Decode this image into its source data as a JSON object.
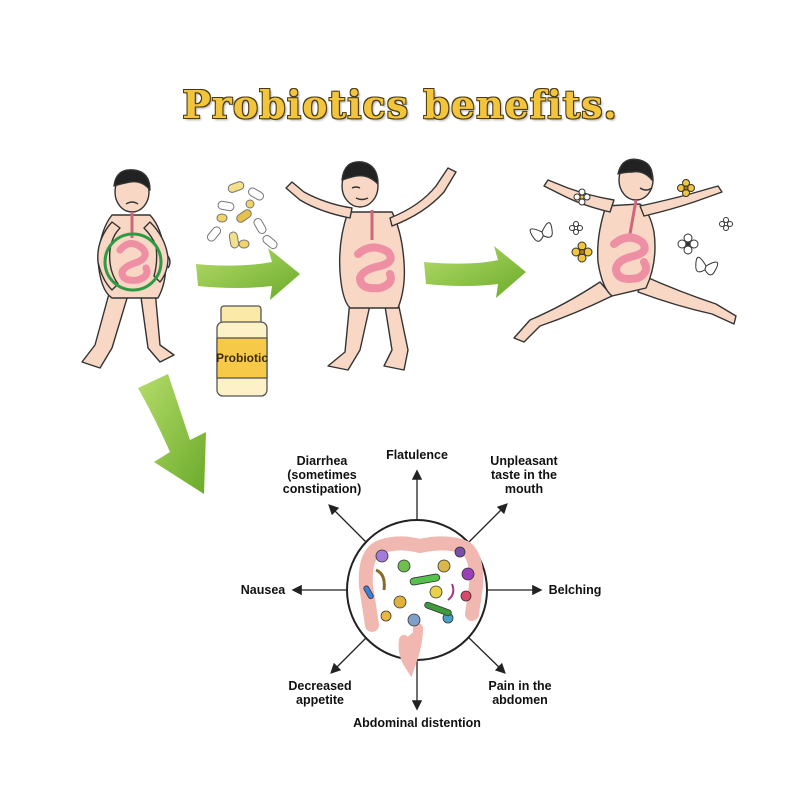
{
  "title": "Probiotics benefits.",
  "bottle_label": "Probiotic",
  "symptoms": {
    "diarrhea": "Diarrhea\n(sometimes\nconstipation)",
    "flatulence": "Flatulence",
    "unpleasant_taste": "Unpleasant\ntaste in the\nmouth",
    "nausea": "Nausea",
    "belching": "Belching",
    "decreased_appetite": "Decreased\nappetite",
    "abdominal_distention": "Abdominal distention",
    "pain_abdomen": "Pain in the\nabdomen"
  },
  "colors": {
    "title_gold": "#f2c53d",
    "arrow_green": "#8cc63f",
    "skin": "#f8d7c4",
    "intestine_pink": "#ee8fa3",
    "bottle_yellow": "#f7c948"
  }
}
